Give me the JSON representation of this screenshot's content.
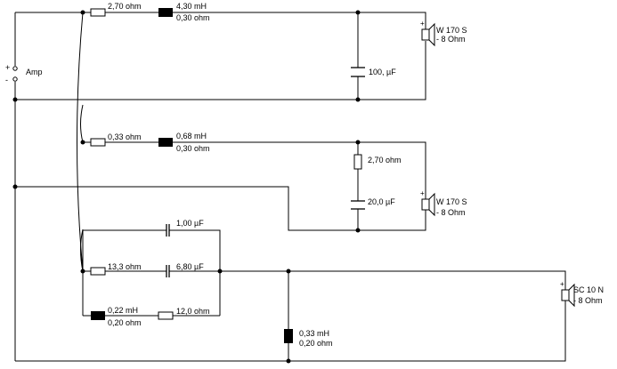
{
  "amp": {
    "label": "Amp",
    "plus": "+",
    "minus": "-"
  },
  "branch1": {
    "r_series": "2,70 ohm",
    "l_value": "4,30 mH",
    "l_res": "0,30 ohm",
    "c_shunt": "100, µF",
    "speaker_name": "W 170 S",
    "speaker_imp": "- 8 Ohm"
  },
  "branch2": {
    "r_series": "0,33 ohm",
    "l_value": "0,68 mH",
    "l_res": "0,30 ohm",
    "r_shunt": "2,70 ohm",
    "c_shunt": "20,0 µF",
    "speaker_name": "W 170 S",
    "speaker_imp": "- 8 Ohm"
  },
  "branch3": {
    "c_top": "1,00 µF",
    "r_series": "13,3 ohm",
    "c_series": "6,80 µF",
    "l_value": "0,22 mH",
    "l_res": "0,20 ohm",
    "r_bottom": "12,0 ohm",
    "l_shunt_value": "0,33 mH",
    "l_shunt_res": "0,20 ohm",
    "speaker_name": "SC 10 N",
    "speaker_imp": "- 8 Ohm"
  },
  "colors": {
    "wire": "#000000",
    "background": "#ffffff"
  }
}
